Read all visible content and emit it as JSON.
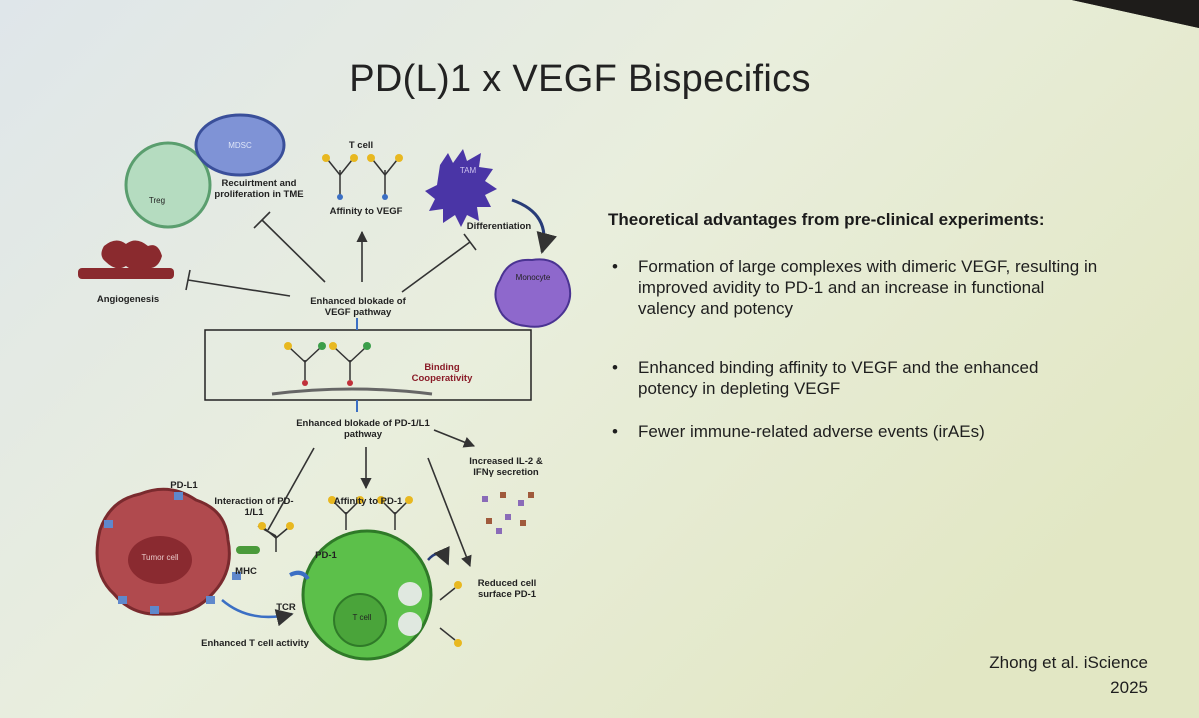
{
  "title": "PD(L)1 x VEGF Bispecifics",
  "diagram": {
    "treg": "Treg",
    "mdsc": "MDSC",
    "recruitment": "Recuirtment and proliferation in TME",
    "t_cell_top": "T cell",
    "affinity_vegf": "Affinity to VEGF",
    "tam": "TAM",
    "differentiation": "Differentiation",
    "monocyte": "Monocyte",
    "angiogenesis": "Angiogenesis",
    "enhanced_vegf": "Enhanced blokade of VEGF pathway",
    "binding_cooperativity": "Binding Cooperativity",
    "enhanced_pd1": "Enhanced blokade of PD-1/L1 pathway",
    "cytokine_secretion": "Increased IL-2 & IFNγ secretion",
    "pd_l1": "PD-L1",
    "interaction": "Interaction of PD-1/L1",
    "affinity_pd1": "Affinity to PD-1",
    "tumor_cell": "Tumor cell",
    "pd_1": "PD-1",
    "mhc": "MHC",
    "tcr": "TCR",
    "t_cell_bottom": "T cell",
    "reduced_surface": "Reduced cell surface PD-1",
    "enhanced_t_cell": "Enhanced T cell activity"
  },
  "advantages": {
    "heading": "Theoretical advantages from pre-clinical experiments:",
    "items": [
      "Formation of large complexes with dimeric VEGF, resulting in improved avidity to PD-1 and an increase in functional valency and potency",
      "Enhanced binding affinity to VEGF and the enhanced potency in depleting VEGF",
      "Fewer immune-related adverse events (irAEs)"
    ]
  },
  "citation": {
    "author": "Zhong et al. iScience",
    "year": "2025"
  },
  "colors": {
    "background": "#e6ecd8",
    "treg": "#b5dcc0",
    "mdsc": "#7f93d6",
    "tam": "#4a35a6",
    "tumor": "#b04a4e",
    "t_cell": "#5cc04a",
    "binding_label": "#8a1c28"
  }
}
